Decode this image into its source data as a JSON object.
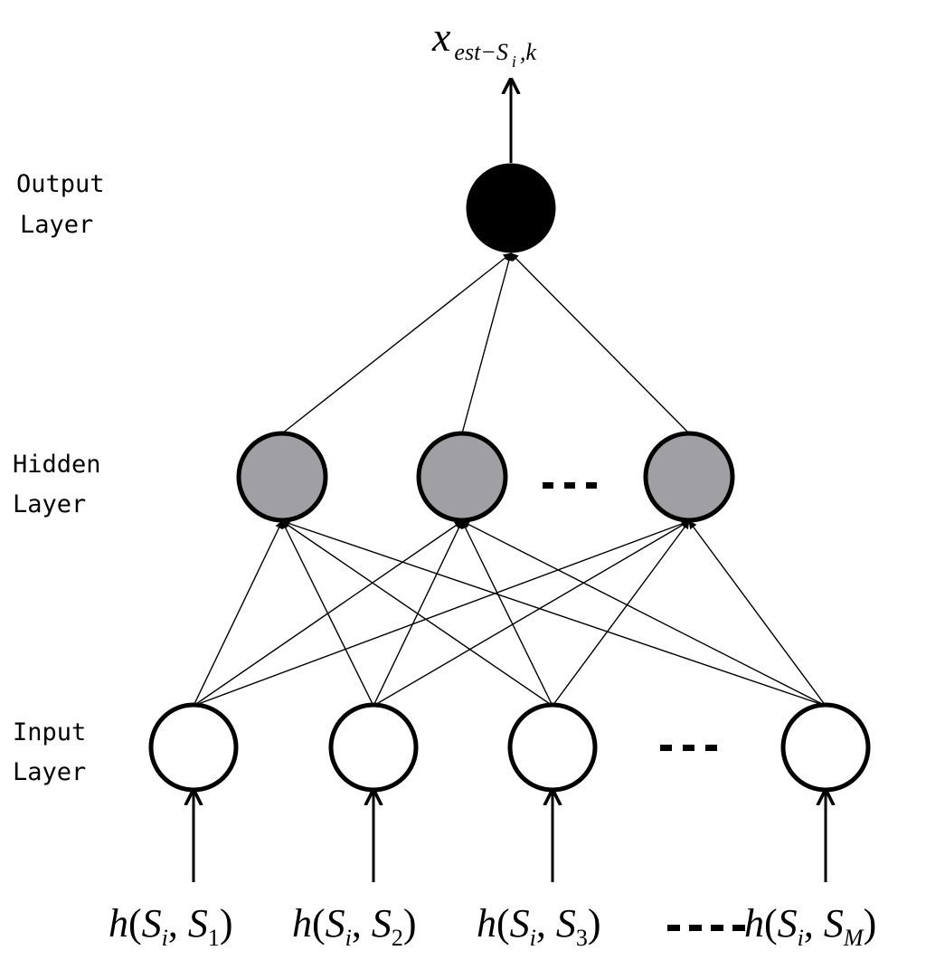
{
  "layer_labels": {
    "output": [
      "Output",
      "Layer"
    ],
    "hidden": [
      "Hidden",
      "Layer"
    ],
    "input": [
      "Input",
      "Layer"
    ]
  },
  "output_label": {
    "main": "x",
    "sub": "est−S",
    "subsub": "i",
    "tail": ",k"
  },
  "input_labels": [
    {
      "fn": "h",
      "a": "S",
      "a_sub": "i",
      "b": "S",
      "b_sub": "1"
    },
    {
      "fn": "h",
      "a": "S",
      "a_sub": "i",
      "b": "S",
      "b_sub": "2"
    },
    {
      "fn": "h",
      "a": "S",
      "a_sub": "i",
      "b": "S",
      "b_sub": "3"
    },
    {
      "fn": "h",
      "a": "S",
      "a_sub": "i",
      "b": "S",
      "b_sub": "M"
    }
  ],
  "colors": {
    "input_fill": "#ffffff",
    "hidden_fill": "#a0a0a4",
    "output_fill": "#000000",
    "stroke": "#000000"
  }
}
